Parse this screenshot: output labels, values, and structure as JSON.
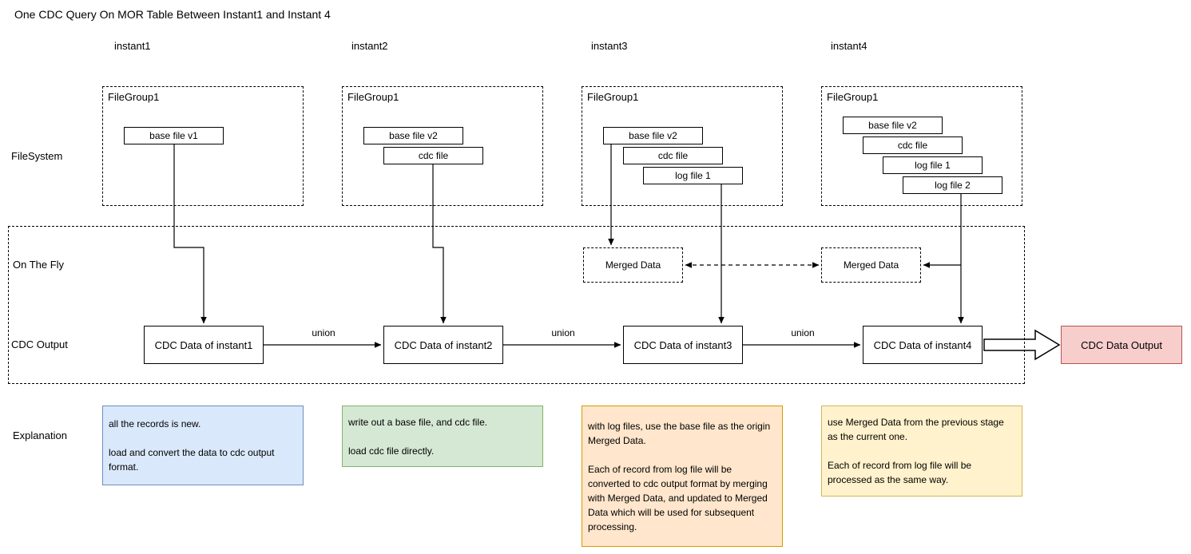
{
  "title": "One CDC Query On MOR Table Between Instant1 and Instant 4",
  "row_labels": {
    "filesystem": "FileSystem",
    "on_the_fly": "On The Fly",
    "cdc_output": "CDC Output",
    "explanation": "Explanation"
  },
  "instants": [
    {
      "label": "instant1"
    },
    {
      "label": "instant2"
    },
    {
      "label": "instant3"
    },
    {
      "label": "instant4"
    }
  ],
  "filegroups": [
    {
      "label": "FileGroup1",
      "files": [
        "base file v1"
      ]
    },
    {
      "label": "FileGroup1",
      "files": [
        "base file v2",
        "cdc file"
      ]
    },
    {
      "label": "FileGroup1",
      "files": [
        "base file v2",
        "cdc file",
        "log file 1"
      ]
    },
    {
      "label": "FileGroup1",
      "files": [
        "base file v2",
        "cdc file",
        "log file 1",
        "log file 2"
      ]
    }
  ],
  "merged_data": {
    "instant3": "Merged Data",
    "instant4": "Merged Data"
  },
  "cdc_boxes": [
    "CDC Data of instant1",
    "CDC Data of instant2",
    "CDC Data of instant3",
    "CDC Data of instant4"
  ],
  "union_label": "union",
  "output_box": "CDC Data Output",
  "explanations": [
    {
      "color": "blue",
      "text": "all the records is new.\n\nload and convert the data to cdc output format."
    },
    {
      "color": "green",
      "text": "write out a base file, and cdc file.\n\nload cdc file directly."
    },
    {
      "color": "orange",
      "text": "with log files, use the base file as the origin Merged Data.\n\nEach of record from log file will be converted to cdc output format by merging with Merged Data, and updated to Merged Data which will be used for subsequent processing."
    },
    {
      "color": "yellow",
      "text": "use Merged Data from the previous stage as the current one.\n\nEach of record from log file will be processed as the same way."
    }
  ],
  "colors": {
    "blue_fill": "#dae8fc",
    "blue_stroke": "#6c8ebf",
    "green_fill": "#d5e8d4",
    "green_stroke": "#82b366",
    "orange_fill": "#ffe6cc",
    "orange_stroke": "#d79b00",
    "yellow_fill": "#fff2cc",
    "yellow_stroke": "#d6b656",
    "red_fill": "#f8cecc",
    "red_stroke": "#b85450",
    "line": "#000000"
  }
}
